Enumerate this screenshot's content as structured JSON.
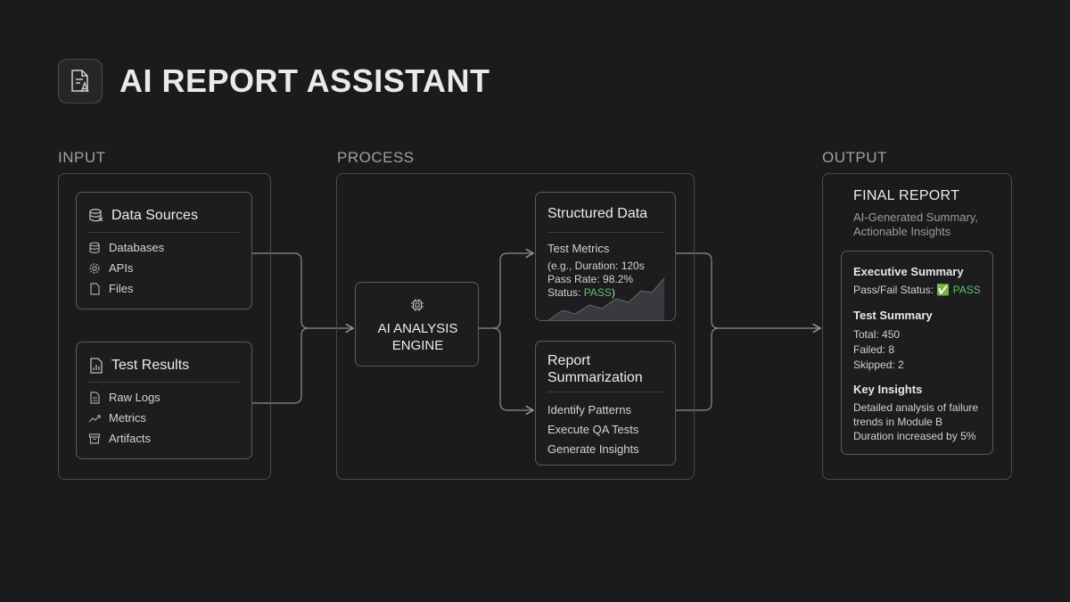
{
  "app": {
    "title": "AI REPORT ASSISTANT"
  },
  "sections": {
    "input": "INPUT",
    "process": "PROCESS",
    "output": "OUTPUT"
  },
  "data_sources": {
    "title": "Data Sources",
    "items": [
      "Databases",
      "APIs",
      "Files"
    ]
  },
  "test_results": {
    "title": "Test Results",
    "items": [
      "Raw Logs",
      "Metrics",
      "Artifacts"
    ]
  },
  "engine": {
    "line1": "AI ANALYSIS",
    "line2": "ENGINE"
  },
  "structured_data": {
    "title": "Structured Data",
    "metrics_label": "Test Metrics",
    "line1": "(e.g., Duration: 120s",
    "line2": "Pass Rate: 98.2%",
    "status_prefix": "Status: ",
    "status_value": "PASS",
    "status_suffix": ")"
  },
  "summarization": {
    "title_line1": "Report",
    "title_line2": "Summarization",
    "items": [
      "Identify Patterns",
      "Execute QA Tests",
      "Generate Insights"
    ]
  },
  "final_report": {
    "title": "FINAL REPORT",
    "subtitle_line1": "AI-Generated Summary,",
    "subtitle_line2": "Actionable Insights",
    "exec_title": "Executive Summary",
    "exec_status_label": "Pass/Fail Status: ",
    "exec_status_icon": "✅",
    "exec_status_value": "PASS",
    "test_title": "Test Summary",
    "total": "Total: 450",
    "failed": "Failed: 8",
    "skipped": "Skipped: 2",
    "insights_title": "Key Insights",
    "insight_line1": "Detailed analysis of failure",
    "insight_line2": "trends in Module B",
    "insight_line3": "Duration increased by 5%"
  },
  "colors": {
    "background": "#1b1b1d",
    "border": "#4a4a4e",
    "pass": "#5cc36a",
    "arrow": "#9a9a9e"
  },
  "icons": {
    "logo": "document-a-icon",
    "data_sources": "database-stack-icon",
    "databases": "database-icon",
    "apis": "gear-icon",
    "files": "file-icon",
    "test_results": "report-chart-icon",
    "raw_logs": "document-lines-icon",
    "metrics": "trend-line-icon",
    "artifacts": "archive-box-icon",
    "engine": "chip-icon"
  }
}
